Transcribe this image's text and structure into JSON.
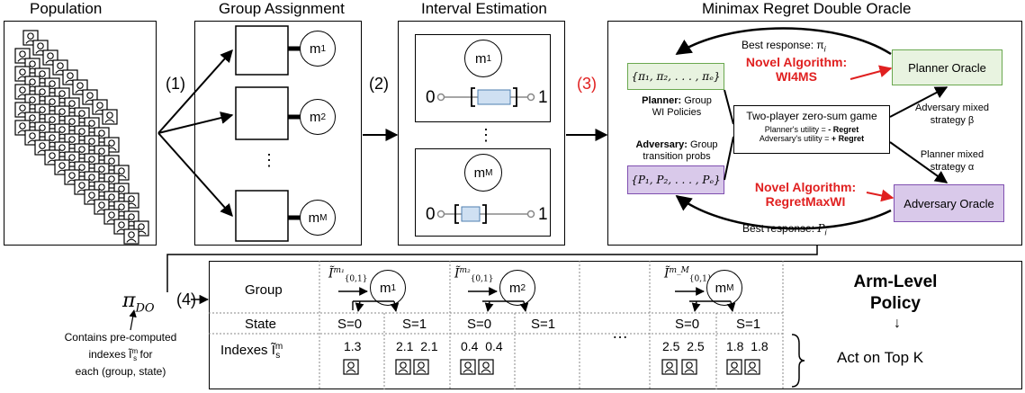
{
  "titles": {
    "population": "Population",
    "group_assignment": "Group Assignment",
    "interval_estimation": "Interval Estimation",
    "minimax": "Minimax Regret Double Oracle"
  },
  "steps": {
    "s1": "(1)",
    "s2": "(2)",
    "s3": "(3)",
    "s4": "(4)"
  },
  "groups": {
    "m1": "m",
    "m1_sub": "1",
    "m2": "m",
    "m2_sub": "2",
    "mM": "m",
    "mM_sub": "M",
    "dots": "⋮"
  },
  "interval": {
    "zero": "0",
    "one": "1",
    "dots": "⋮"
  },
  "oracle": {
    "best_response_top": "Best response: π",
    "best_response_top_sub": "i",
    "novel_label_1": "Novel Algorithm:",
    "novel_name_1": "WI4MS",
    "planner_oracle": "Planner Oracle",
    "planner_set": "{π",
    "planner_set_full": "{π₁, π₂, . . . , πₑ}",
    "planner_bold": "Planner:",
    "planner_rest_1": " Group",
    "planner_rest_2": "WI Policies",
    "game_title": "Two-player zero-sum game",
    "planner_utility": "Planner's utility = ",
    "planner_utility_bold": "- Regret",
    "adversary_utility": "Adversary's utility = ",
    "adversary_utility_bold": "+ Regret",
    "adv_mixed_1": "Adversary mixed",
    "adv_mixed_2": "strategy β",
    "planner_mixed_1": "Planner mixed",
    "planner_mixed_2": "strategy α",
    "adversary_bold": "Adversary:",
    "adversary_rest_1": " Group",
    "adversary_rest_2": "transition probs",
    "adversary_set_full": "{P₁, P₂, . . . , Pₑ}",
    "novel_label_2": "Novel Algorithm:",
    "novel_name_2": "RegretMaxWI",
    "adversary_oracle": "Adversary Oracle",
    "best_response_bottom": "Best response: ",
    "best_response_bottom_var": "P",
    "best_response_bottom_sub": "i"
  },
  "policy": {
    "pi_do": "π",
    "pi_do_sub": "DO",
    "contains_1": "Contains pre-computed",
    "contains_2": "indexes Ĩ",
    "contains_2_sup": "m",
    "contains_2_sub": "s",
    "contains_2_rest": " for",
    "contains_3": "each (group, state)"
  },
  "table": {
    "row_group": "Group",
    "row_state": "State",
    "row_indexes": "Indexes Ĩ",
    "row_indexes_sup": "m",
    "row_indexes_sub": "s",
    "interval_label_base": "Ĩ",
    "interval_label_sub": "{0,1}",
    "interval_sups": [
      "m₁",
      "m₂",
      "m_M"
    ],
    "group_names": [
      "m",
      "m",
      "m"
    ],
    "group_subs": [
      "1",
      "2",
      "M"
    ],
    "states": [
      "S=0",
      "S=1",
      "S=0",
      "S=1",
      "S=0",
      "S=1"
    ],
    "indexes": [
      "1.3",
      "2.1  2.1",
      "0.4  0.4",
      "",
      "2.5  2.5",
      "1.8  1.8"
    ],
    "ellipsis": "…",
    "arm_level_1": "Arm-Level",
    "arm_level_2": "Policy",
    "act_top_k": "Act on Top K"
  },
  "colors": {
    "red": "#e02020",
    "planner_fill": "#e8f3e0",
    "planner_border": "#6aa84f",
    "adversary_fill": "#d9c9ea",
    "adversary_border": "#7f4fb0",
    "interval_fill": "#cfe0f2",
    "interval_border": "#4f7fb0"
  }
}
